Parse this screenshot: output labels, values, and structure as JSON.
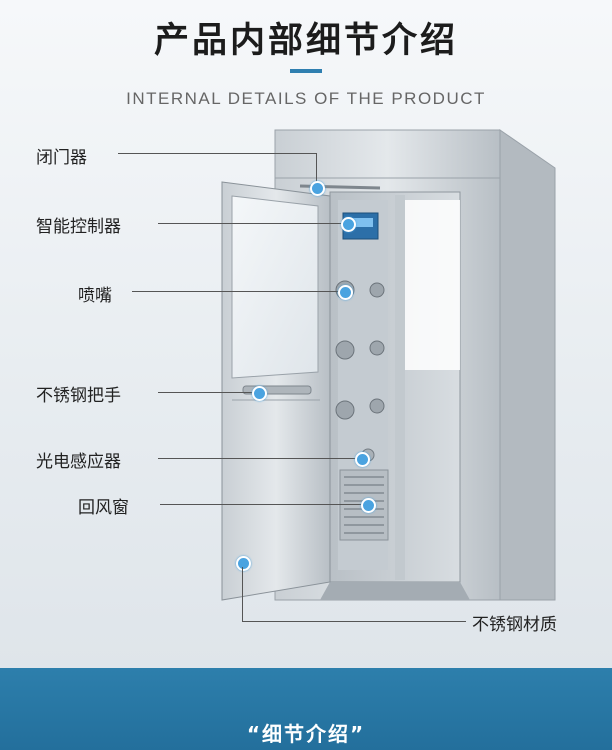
{
  "header": {
    "title": "产品内部细节介绍",
    "subtitle": "INTERNAL DETAILS OF THE PRODUCT"
  },
  "labels": [
    {
      "id": "door-closer",
      "text": "闭门器"
    },
    {
      "id": "smart-controller",
      "text": "智能控制器"
    },
    {
      "id": "nozzle",
      "text": "喷嘴"
    },
    {
      "id": "steel-handle",
      "text": "不锈钢把手"
    },
    {
      "id": "photo-sensor",
      "text": "光电感应器"
    },
    {
      "id": "return-air-window",
      "text": "回风窗"
    },
    {
      "id": "stainless-material",
      "text": "不锈钢材质"
    }
  ],
  "footer": {
    "text": "“细节介绍”"
  },
  "colors": {
    "accent": "#2f7fb0",
    "marker": "#4aa3e0",
    "footer_bg": "#2878a6"
  }
}
